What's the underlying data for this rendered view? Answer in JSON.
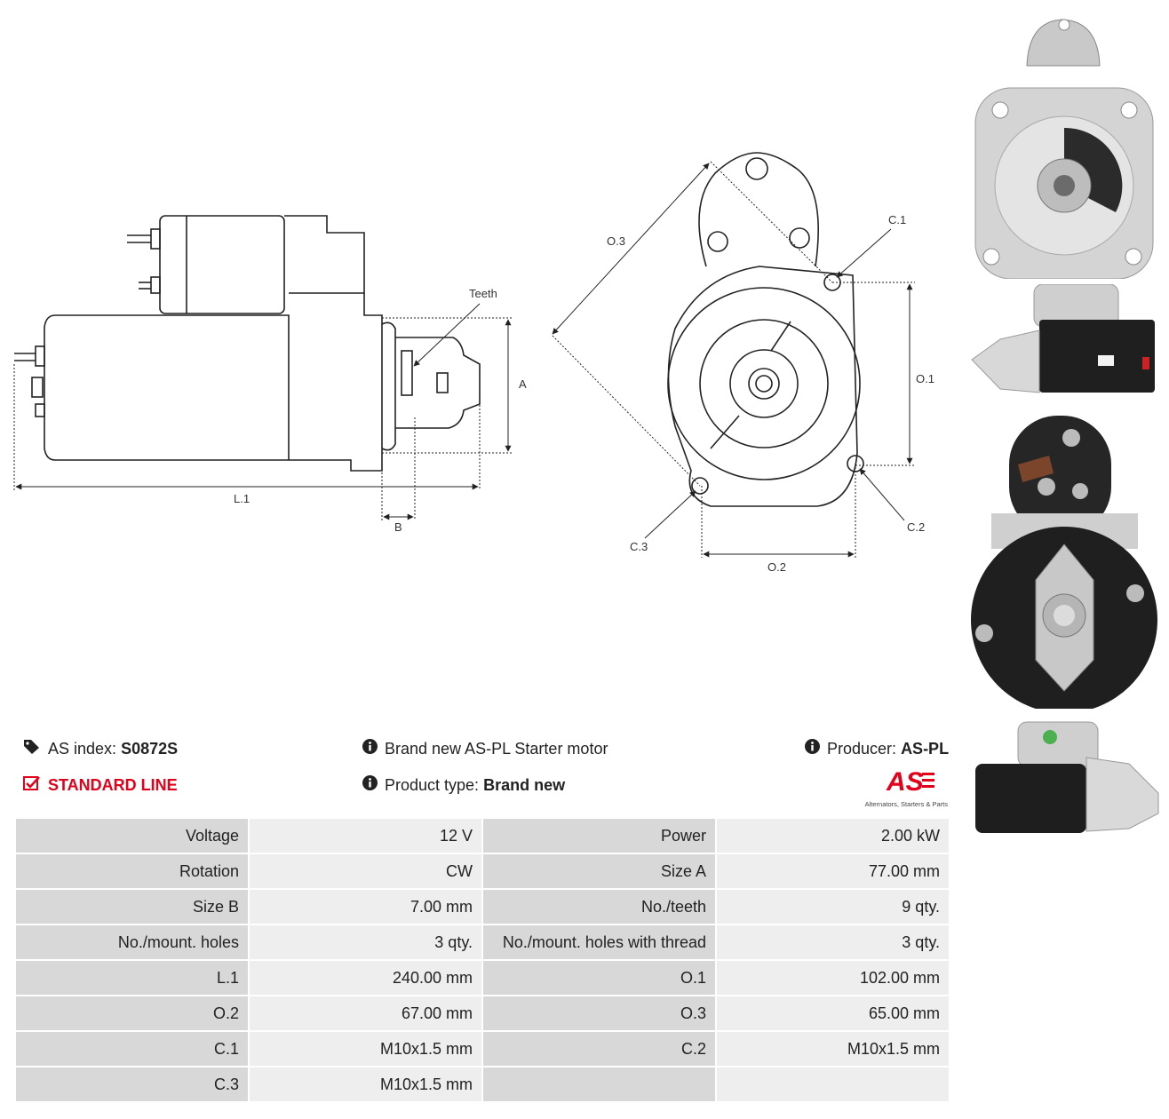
{
  "diagram": {
    "labels": {
      "teeth": "Teeth",
      "a": "A",
      "l1": "L.1",
      "b": "B",
      "o3": "O.3",
      "c1": "C.1",
      "o1": "O.1",
      "c2": "C.2",
      "c3": "C.3",
      "o2": "O.2"
    }
  },
  "info": {
    "as_index_label": "AS index:",
    "as_index_value": "S0872S",
    "line": "STANDARD LINE",
    "brand_text": "Brand new AS-PL Starter motor",
    "product_type_label": "Product type:",
    "product_type_value": "Brand new",
    "producer_label": "Producer:",
    "producer_value": "AS-PL",
    "logo_text": "AS",
    "logo_tagline": "Alternators, Starters & Parts"
  },
  "icons": {
    "tags": "tags-icon",
    "check": "checkbox-icon",
    "info": "info-icon"
  },
  "colors": {
    "accent": "#e2001a",
    "key_cell": "#d8d8d8",
    "value_cell": "#eeeeee"
  },
  "specs": [
    [
      "Voltage",
      "12 V",
      "Power",
      "2.00 kW"
    ],
    [
      "Rotation",
      "CW",
      "Size A",
      "77.00 mm"
    ],
    [
      "Size B",
      "7.00 mm",
      "No./teeth",
      "9 qty."
    ],
    [
      "No./mount. holes",
      "3 qty.",
      "No./mount. holes with thread",
      "3 qty."
    ],
    [
      "L.1",
      "240.00 mm",
      "O.1",
      "102.00 mm"
    ],
    [
      "O.2",
      "67.00 mm",
      "O.3",
      "65.00 mm"
    ],
    [
      "C.1",
      "M10x1.5 mm",
      "C.2",
      "M10x1.5 mm"
    ],
    [
      "C.3",
      "M10x1.5 mm",
      "",
      ""
    ]
  ]
}
